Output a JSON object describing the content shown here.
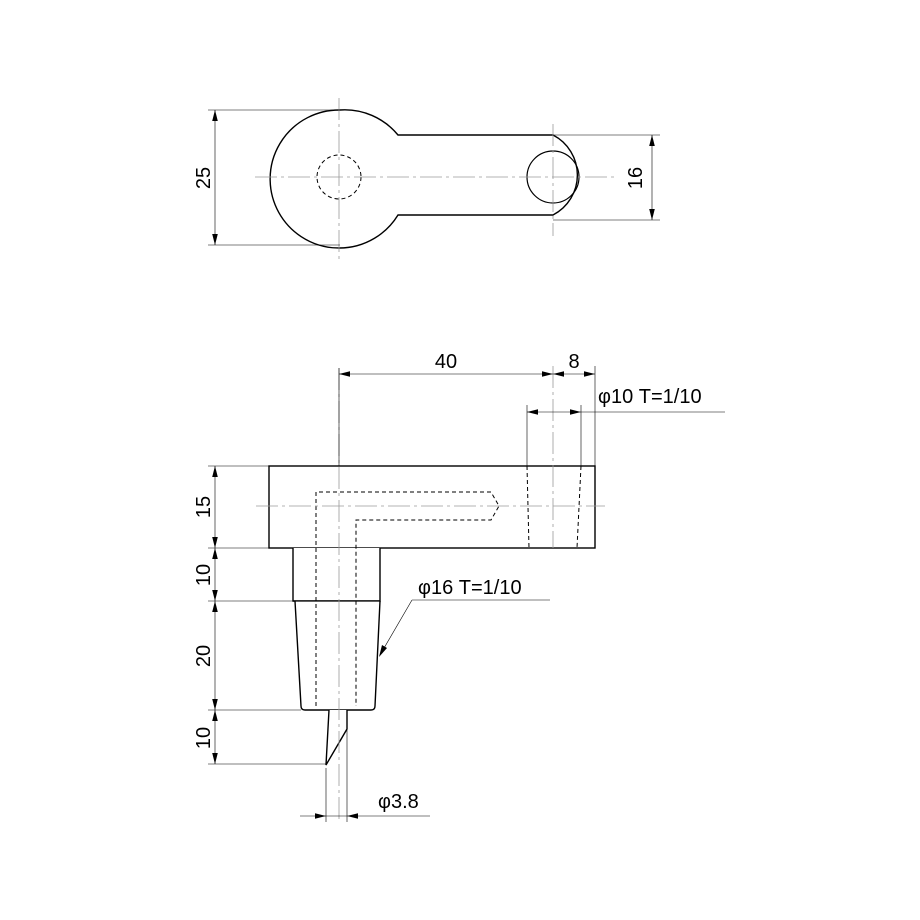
{
  "drawing": {
    "top_view": {
      "dim_height_total": "25",
      "dim_height_arm": "16"
    },
    "front_view": {
      "dim_length_40": "40",
      "dim_length_8": "8",
      "note_hole_taper": "φ10 T=1/10",
      "dim_block_height": "15",
      "dim_shank_straight": "10",
      "dim_shank_taper": "20",
      "dim_pin_length": "10",
      "note_shank_taper": "φ16 T=1/10",
      "note_pin_diameter": "φ3.8"
    }
  }
}
